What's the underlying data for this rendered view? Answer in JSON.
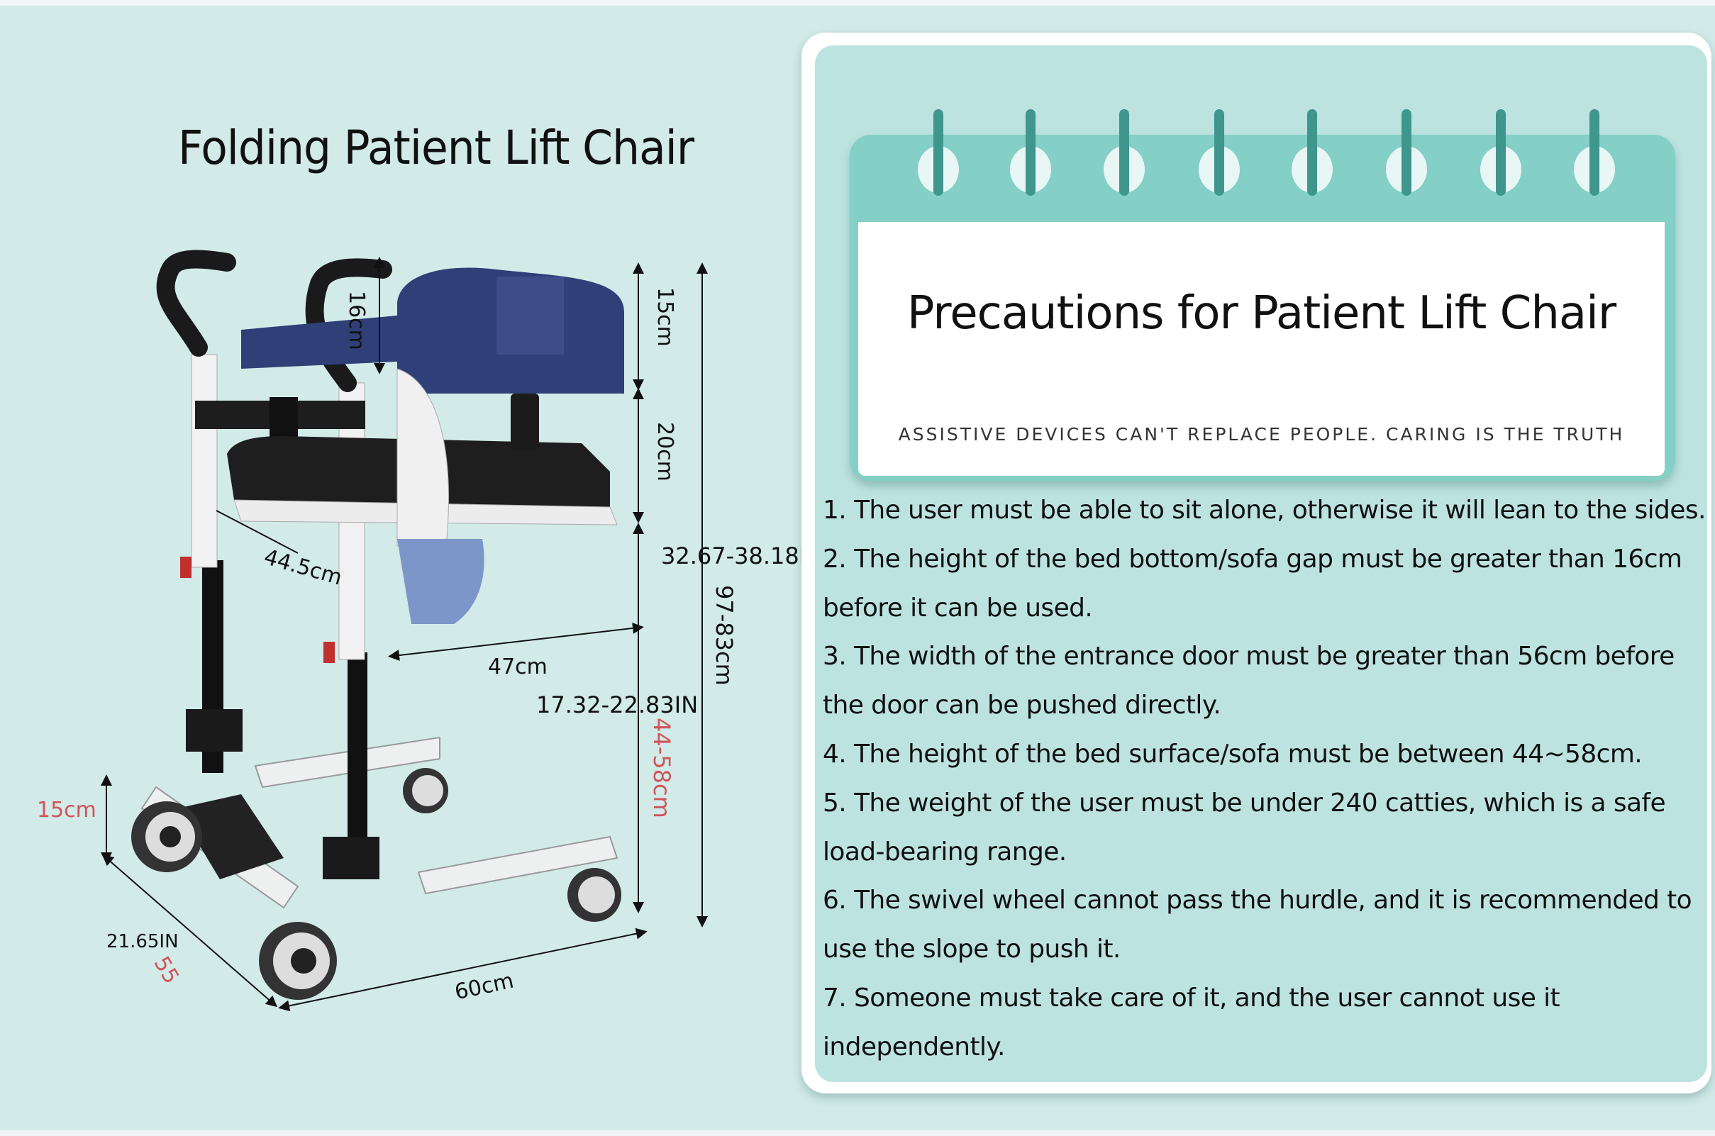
{
  "product": {
    "title": "Folding Patient Lift Chair",
    "dimensions": {
      "handle_drop": "16cm",
      "backrest_height": "15cm",
      "back_to_seat": "20cm",
      "seat_width": "44.5cm",
      "total_height_in": "32.67-38.18IN",
      "total_height_cm": "97-83cm",
      "seat_depth": "47cm",
      "seat_height_in": "17.32-22.83IN",
      "seat_height_cm": "44-58cm",
      "base_clearance": "15cm",
      "base_width_in": "21.65IN",
      "base_width_cm": "55",
      "base_length": "60cm"
    }
  },
  "precautions": {
    "title": "Precautions for Patient Lift Chair",
    "subtitle": "ASSISTIVE DEVICES CAN'T REPLACE PEOPLE. CARING IS THE TRUTH",
    "lines": [
      "1. The user must be able to sit alone, otherwise it will lean to the sides.",
      "2. The height of the bed bottom/sofa gap must be greater than 16cm",
      "before it can be used.",
      "3. The width of the entrance door must be greater than 56cm before",
      "the door can be pushed directly.",
      "4. The height of the bed surface/sofa must be between 44~58cm.",
      "5. The weight of the user must be under 240 catties, which is a safe",
      "load-bearing range.",
      "6. The swivel wheel cannot pass the hurdle, and it is recommended to",
      "use the slope to push it.",
      "7. Someone must take care of it, and the user cannot use it",
      "independently."
    ],
    "ring_count": 8
  },
  "colors": {
    "background": "#d2ebe8",
    "card_inner": "#bde3e1",
    "calendar_header": "#84cfc6",
    "ring_stick": "#3f968d",
    "seat_blue": "#2f3f78",
    "dimension_red": "#d0545a"
  }
}
